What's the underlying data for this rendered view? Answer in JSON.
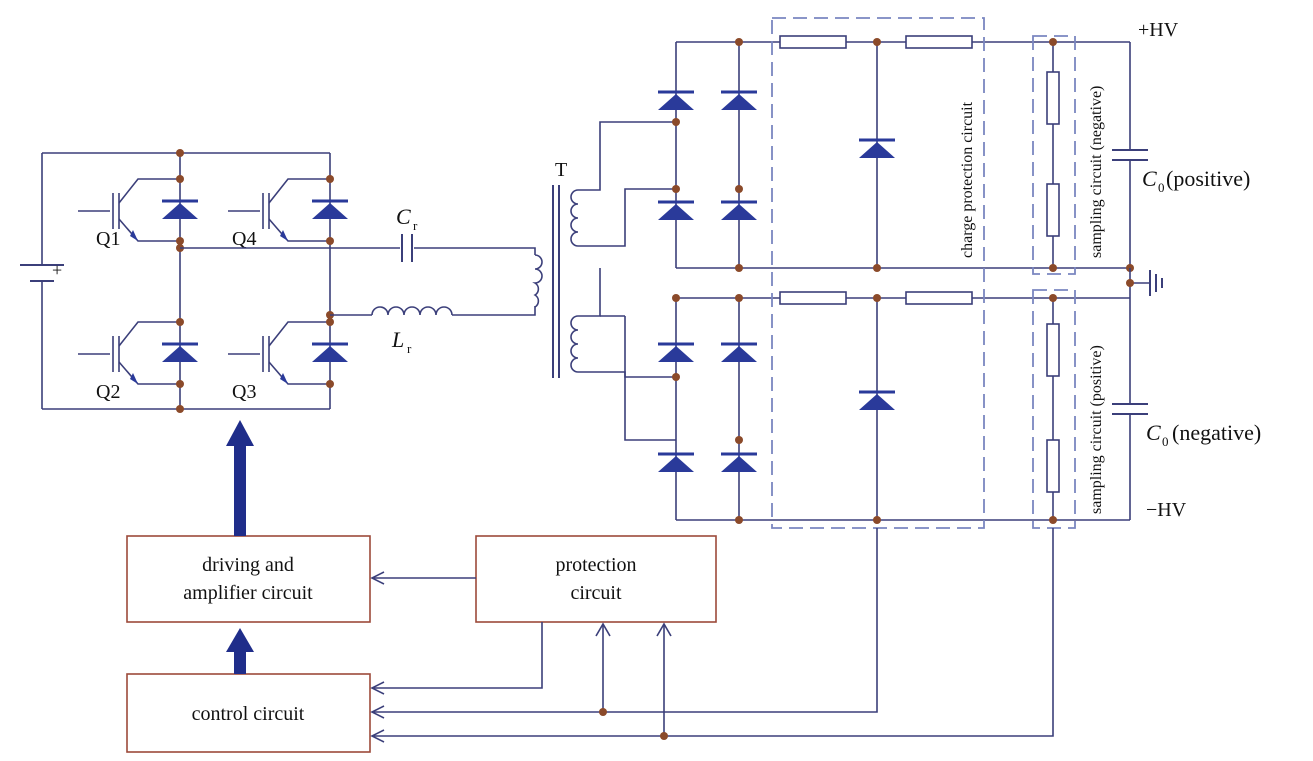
{
  "labels": {
    "q1": "Q1",
    "q2": "Q2",
    "q3": "Q3",
    "q4": "Q4",
    "cr": "C",
    "cr_sub": "r",
    "lr": "L",
    "lr_sub": "r",
    "transformer": "T",
    "hv_pos": "+HV",
    "hv_neg": "−HV",
    "c0_pos_main": "C",
    "c0_pos_sub": "0",
    "c0_pos_text": " (positive)",
    "c0_neg_main": "C",
    "c0_neg_sub": "0",
    "c0_neg_text": "(negative)",
    "charge_protection": "charge protection circuit",
    "sampling_negative": "sampling circuit (negative)",
    "sampling_positive": "sampling circuit (positive)",
    "battery_plus": "+"
  },
  "blocks": {
    "driving_line1": "driving and",
    "driving_line2": "amplifier circuit",
    "protection_line1": "protection",
    "protection_line2": "circuit",
    "control": "control circuit"
  },
  "colors": {
    "wire": "#3b3f7a",
    "diode": "#2a3a9a",
    "node": "#8b4a2a",
    "box_border": "#9c4a3a",
    "dashed": "#7a86c0",
    "thick_arrow": "#1f2d8a"
  }
}
